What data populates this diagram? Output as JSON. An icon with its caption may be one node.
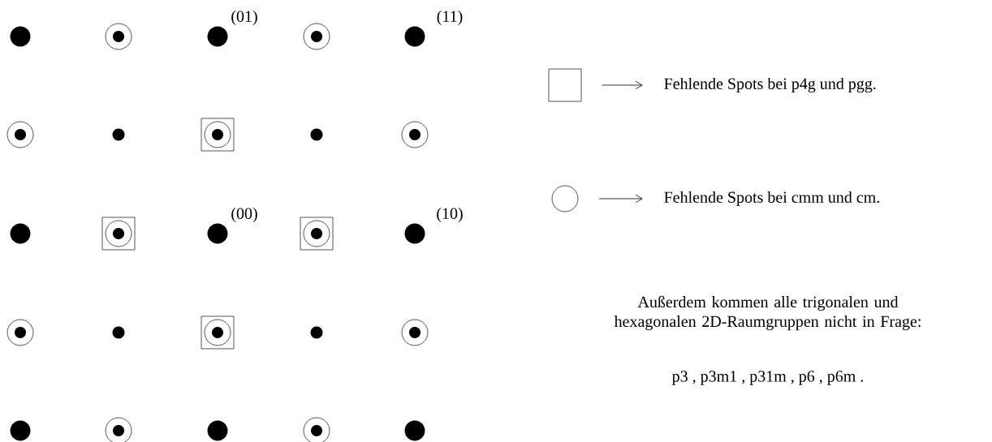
{
  "diagram": {
    "nodes": [
      {
        "text": [],
        "shape": "box"
      },
      {
        "text": [
          "Fehlende Spots bei p4g und pgg."
        ]
      },
      {
        "text": [],
        "shape": "circle"
      },
      {
        "text": [
          "Fehlende Spots bei cmm und cm."
        ]
      }
    ],
    "edges": [
      {
        "from": 0,
        "to": 1,
        "arrow": "to"
      },
      {
        "from": 2,
        "to": 3,
        "arrow": "to"
      }
    ],
    "labels": [
      "(01)",
      "(11)",
      "(00)",
      "(10)",
      "Außerdem kommen alle trigonalen und hexagonalen 2D-Raumgruppen nicht in Frage:",
      "p3 ,  p3m1 ,  p31m ,  p6 ,  p6m ."
    ]
  }
}
